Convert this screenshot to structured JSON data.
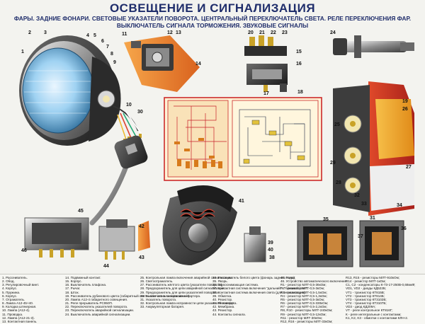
{
  "title": "ОСВЕЩЕНИЕ И СИГНАЛИЗАЦИЯ",
  "subtitle_line1": "ФАРЫ. ЗАДНИЕ ФОНАРИ. СВЕТОВЫЕ УКАЗАТЕЛИ ПОВОРОТА. ЦЕНТРАЛЬНЫЙ ПЕРЕКЛЮЧАТЕЛЬ СВЕТА. РЕЛЕ ПЕРЕКЛЮЧЕНИЯ ФАР.",
  "subtitle_line2": "ВЫКЛЮЧАТЕЛЬ СИГНАЛА ТОРМОЖЕНИЯ. ЗВУКОВЫЕ СИГНАЛЫ",
  "callouts": [
    "1",
    "2",
    "3",
    "4",
    "5",
    "6",
    "7",
    "8",
    "9",
    "10",
    "11",
    "12",
    "13",
    "14",
    "15",
    "16",
    "17",
    "18",
    "19",
    "20",
    "21",
    "22",
    "23",
    "24",
    "25",
    "26",
    "27",
    "28",
    "29",
    "30",
    "31",
    "32",
    "33",
    "34",
    "35",
    "36",
    "37",
    "38",
    "39",
    "40",
    "41",
    "42",
    "43",
    "44",
    "45",
    "46"
  ],
  "legend": [
    [
      "1. Рассеиватель.",
      "2. Обод.",
      "3. Регулировочный винт.",
      "4. Корпус.",
      "5. Пружина.",
      "6. Корпус.",
      "7. Отражатель.",
      "8. Лампа А12-45+40.",
      "9. Колодка штекерная.",
      "10. Лампа (А12-4).",
      "11. Проводка.",
      "12. Лампа (А12-21-3).",
      "13. Контактная панель."
    ],
    [
      "14. Подвижный контакт.",
      "15. Корпус.",
      "16. Выключатель плафона.",
      "17. Рычаг.",
      "18. Шток.",
      "19. Рассеиватель рубинового цвета (габаритный свет и свет сигнала торможения).",
      "20. Лампа А12-4 габаритного освещения.",
      "21. Реле прерыватель РС950П.",
      "22. Переключатель указателей поворота.",
      "23. Переключатель аварийной сигнализации.",
      "24. Выключатель аварийной сигнализации."
    ],
    [
      "25. Контрольная лампа включения аварийной сигнализации.",
      "26. Светоотражатель.",
      "27. Рассеиватель жёлтого цвета (указатели поворота).",
      "28. Предохранитель для цепи аварийной сигнализации.",
      "29. Предохранитель для цепи указателей поворота.",
      "30. Выключатель зажигания и стартера.",
      "31. Указатель поворота.",
      "32. Контрольная лампа исправности цепи указателей поворота.",
      "33. Аккумуляторная батарея."
    ],
    [
      "34. Рассеиватель белого цвета (фонарь заднего хода).",
      "35. Якорь.",
      "36. Звукоснимающая система.",
      "37. Контактная система включения \"дальний\" - \"ближний свет\".",
      "38. Контактная система включения света (для сигнализации).",
      "39. Обмотка.",
      "40. Резистор.",
      "41. Резонатор.",
      "42. Мембрана.",
      "43. Резистор.",
      "44. Контакты сигнала."
    ],
    [
      "45. Рычаг.",
      "46. Устройство автоматического включения.",
      "R1 - резистор МЛТ-0,5-36кОм;",
      "R2 - резистор МЛТ-0,5-3кОм;",
      "R3 - резистор МЛТ-0,5-1,5кОм;",
      "R4 - резистор МЛТ-0,5-1,3кОм;",
      "R5 - резистор МЛТ-0,5-3кОм;",
      "R6 - резистор МЛТ-0,5-330кОм;",
      "R7 - резистор МЛТ-0,5-2,2кОм;",
      "R8, R10 - резисторы МЛТ-240кОм;",
      "R9 - резистор МЛТ-0,5-12кОм;",
      "R11 - резистор МЛТ-30кОм;",
      "R12, R16 - резисторы МЛТ-33кОм;"
    ],
    [
      "R13, R15 - резисторы МЛТ-910кОм;",
      "R14 - резистор МЛТ-1кОм;",
      "C1, C2 - конденсаторы К-73-17-250В-0,68мкФ;",
      "VD1, VD2 - диоды КД522Б;",
      "VT1 - транзистор КТ815В;",
      "VT2 - транзистор КТ814Б;",
      "VT3 - транзистор КТ3102В;",
      "VT4 - транзистор КТ3107Б;",
      "VD3 - диод КД209А;",
      "VT - реле контрольное КТ816Г;",
      "К - реле интегральные с контактами;",
      "K1, K2, K3 - обмотки с контактами КЛН-2."
    ]
  ]
}
